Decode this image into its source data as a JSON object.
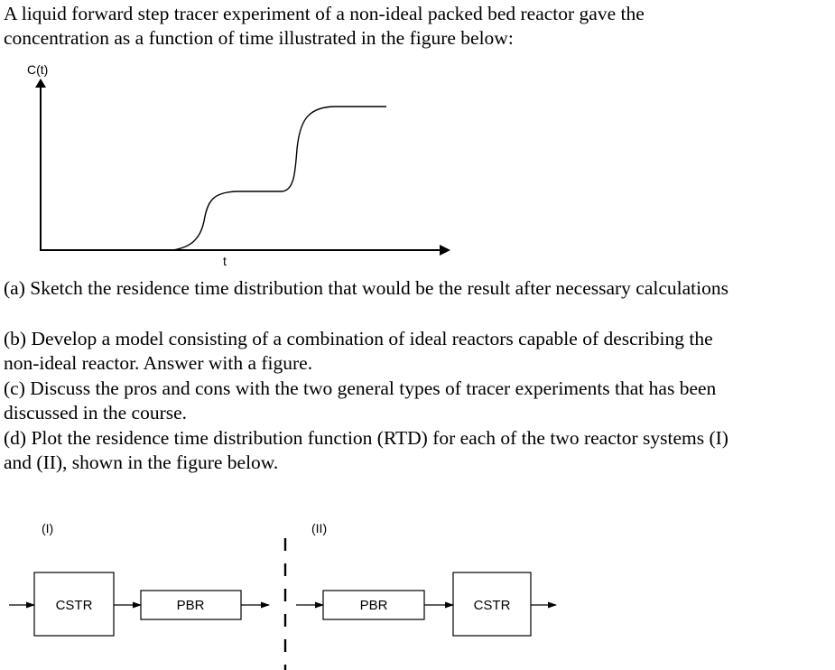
{
  "intro": {
    "line1": "A liquid forward step tracer experiment of a non-ideal packed bed reactor gave the",
    "line2": "concentration as a function of time illustrated in the figure below:"
  },
  "figure_curve": {
    "y_label": "C(t)",
    "x_label": "t"
  },
  "questions": {
    "a": "(a) Sketch the residence time distribution that would be the result after necessary calculations",
    "b_line1": "(b) Develop a model consisting of a combination of ideal reactors capable of describing the",
    "b_line2": "non-ideal reactor. Answer with a figure.",
    "c_line1": "(c) Discuss the pros and cons with the two general types of tracer experiments that has been",
    "c_line2": "discussed in the course.",
    "d_line1": "(d) Plot the residence time distribution function (RTD) for each of the two reactor systems (I)",
    "d_line2": "and (II), shown in the figure below."
  },
  "figure_reactors": {
    "system1": {
      "label": "(I)",
      "units": [
        "CSTR",
        "PBR"
      ]
    },
    "system2": {
      "label": "(II)",
      "units": [
        "PBR",
        "CSTR"
      ]
    }
  }
}
